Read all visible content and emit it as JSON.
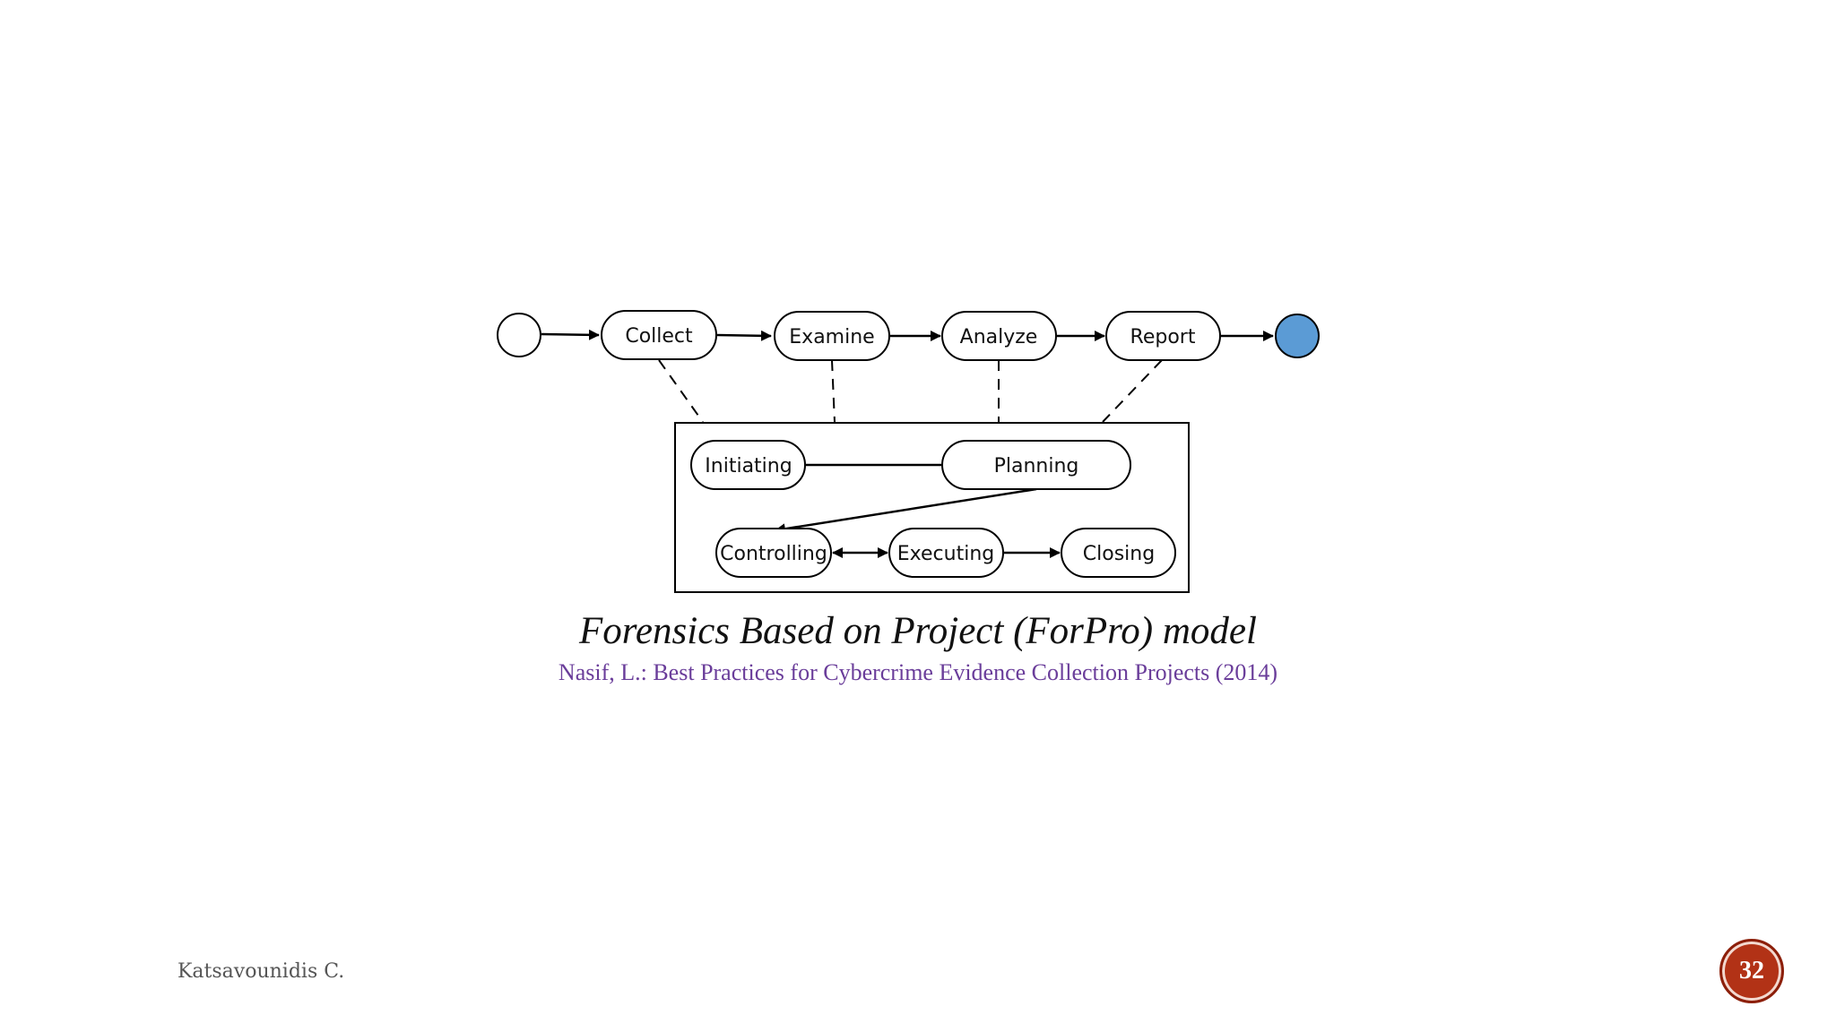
{
  "diagram": {
    "top_row": [
      "Collect",
      "Examine",
      "Analyze",
      "Report"
    ],
    "phases": {
      "initiating": "Initiating",
      "planning": "Planning",
      "controlling": "Controlling",
      "executing": "Executing",
      "closing": "Closing"
    },
    "colors": {
      "end_node": "#5b9bd5",
      "stroke": "#000000"
    }
  },
  "caption": {
    "title": "Forensics Based on Project (ForPro) model",
    "reference": "Nasif, L.: Best Practices for Cybercrime Evidence Collection Projects (2014)"
  },
  "footer": {
    "author": "Katsavounidis C.",
    "page_number": "32"
  }
}
